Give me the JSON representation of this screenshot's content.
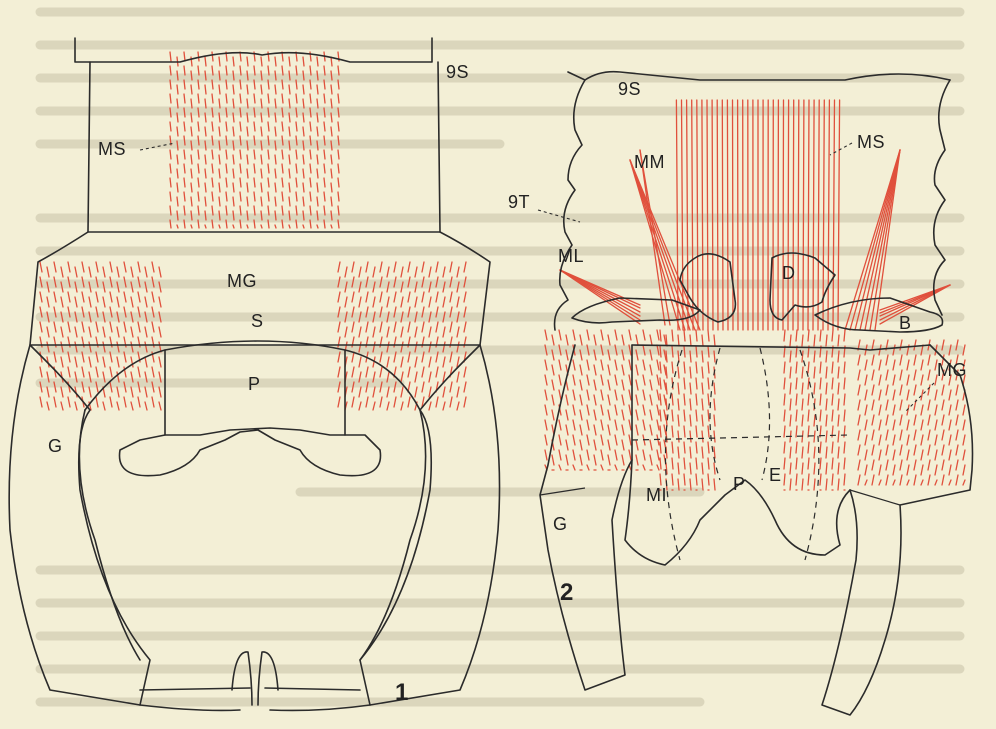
{
  "figures": [
    {
      "number": "1",
      "labels": {
        "s9": "9S",
        "ms": "MS",
        "mg": "MG",
        "s": "S",
        "p": "P",
        "g": "G"
      }
    },
    {
      "number": "2",
      "labels": {
        "s9": "9S",
        "mm": "MM",
        "ms": "MS",
        "t9": "9T",
        "ml": "ML",
        "d": "D",
        "b": "B",
        "mg": "MG",
        "mi": "MI",
        "p": "P",
        "e": "E",
        "g": "G"
      }
    }
  ],
  "colors": {
    "muscle": "#e0503c",
    "ink": "#2b2b2b",
    "paper": "#f3efd6"
  }
}
